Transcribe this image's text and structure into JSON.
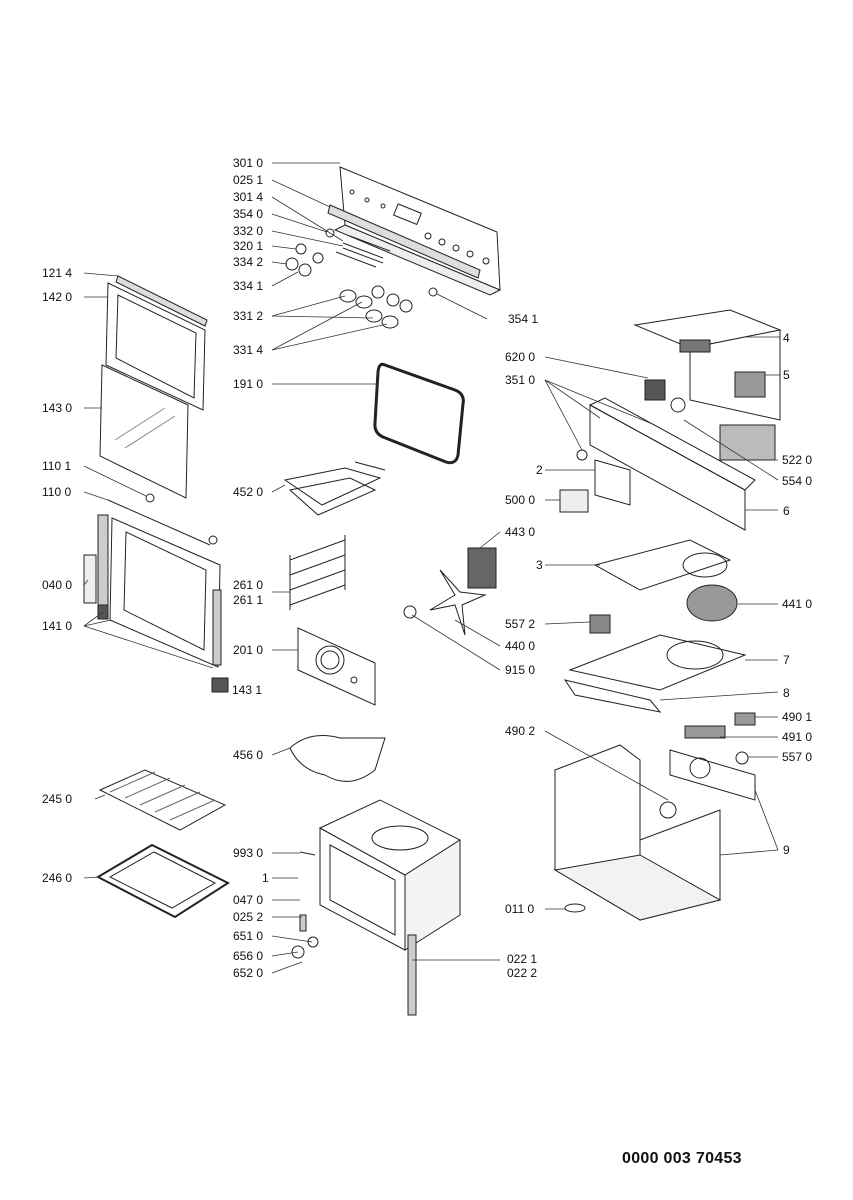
{
  "document_number": "0000 003 70453",
  "labels": {
    "l_301_0": "301 0",
    "l_025_1": "025 1",
    "l_301_4": "301 4",
    "l_354_0": "354 0",
    "l_332_0": "332 0",
    "l_320_1": "320 1",
    "l_334_2": "334 2",
    "l_334_1": "334 1",
    "l_331_2": "331 2",
    "l_331_4": "331 4",
    "l_354_1": "354 1",
    "l_121_4": "121 4",
    "l_142_0": "142 0",
    "l_143_0": "143 0",
    "l_110_1": "110 1",
    "l_110_0": "110 0",
    "l_040_0": "040 0",
    "l_141_0": "141 0",
    "l_143_1": "143 1",
    "l_191_0": "191 0",
    "l_452_0": "452 0",
    "l_261_0": "261 0",
    "l_261_1": "261 1",
    "l_201_0": "201 0",
    "l_456_0": "456 0",
    "l_245_0": "245 0",
    "l_246_0": "246 0",
    "l_993_0": "993 0",
    "l_1": "1",
    "l_047_0": "047 0",
    "l_025_2": "025 2",
    "l_651_0": "651 0",
    "l_656_0": "656 0",
    "l_652_0": "652 0",
    "l_022_1": "022 1",
    "l_022_2": "022 2",
    "l_620_0": "620 0",
    "l_351_0": "351 0",
    "l_4": "4",
    "l_5": "5",
    "l_522_0": "522 0",
    "l_554_0": "554 0",
    "l_2": "2",
    "l_500_0": "500 0",
    "l_6": "6",
    "l_443_0": "443 0",
    "l_3": "3",
    "l_441_0": "441 0",
    "l_557_2": "557 2",
    "l_440_0": "440 0",
    "l_915_0": "915 0",
    "l_7": "7",
    "l_8": "8",
    "l_490_1": "490 1",
    "l_490_2": "490 2",
    "l_491_0": "491 0",
    "l_557_0": "557 0",
    "l_9": "9",
    "l_011_0": "011 0"
  }
}
